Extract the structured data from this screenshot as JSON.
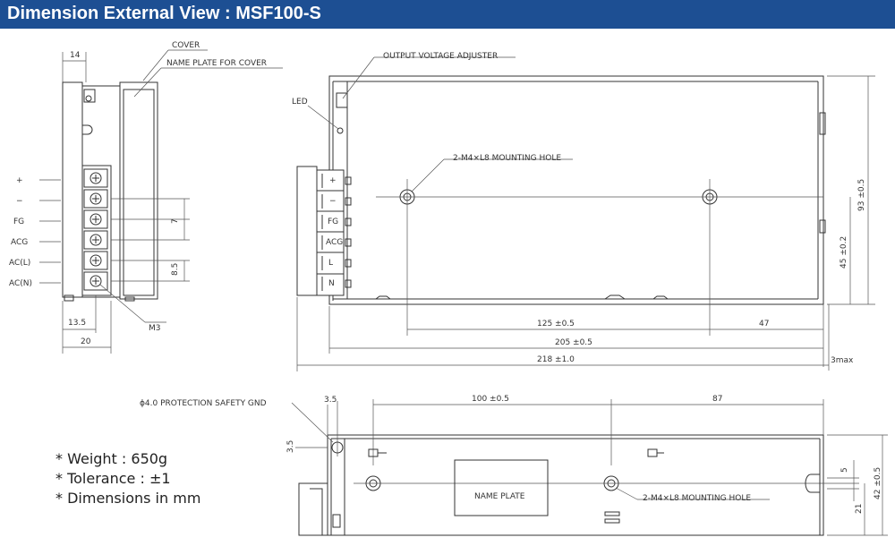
{
  "header": {
    "title": "Dimension External View : MSF100-S",
    "bg": "#1d4f93"
  },
  "side_view": {
    "width_top": "14",
    "cover": "COVER",
    "name_plate_cover": "NAME PLATE FOR COVER",
    "terminals": [
      "+",
      "−",
      "FG",
      "ACG",
      "AC(L)",
      "AC(N)"
    ],
    "dim_pitch": "7",
    "dim_pitch2": "8.5",
    "screw": "M3",
    "dim_13_5": "13.5",
    "dim_20": "20"
  },
  "front_view": {
    "output_adjuster": "OUTPUT VOLTAGE ADJUSTER",
    "led": "LED",
    "mounting_hole": "2-M4×L8 MOUNTING HOLE",
    "block_labels": [
      "+",
      "−",
      "FG",
      "ACG",
      "L",
      "N"
    ],
    "dim_125": "125 ±0.5",
    "dim_47": "47",
    "dim_205": "205 ±0.5",
    "dim_218": "218 ±1.0",
    "dim_3max": "3max",
    "dim_93": "93 ±0.5",
    "dim_45": "45 ±0.2"
  },
  "bottom_view": {
    "gnd": "ϕ4.0 PROTECTION SAFETY GND",
    "dim_3_5_h": "3.5",
    "dim_3_5_v": "3.5",
    "dim_100": "100 ±0.5",
    "dim_87": "87",
    "name_plate": "NAME PLATE",
    "mounting_hole": "2-M4×L8 MOUNTING HOLE",
    "dim_5": "5",
    "dim_21": "21",
    "dim_42": "42 ±0.5"
  },
  "notes": [
    "* Weight : 650g",
    "* Tolerance : ±1",
    "* Dimensions in mm"
  ]
}
